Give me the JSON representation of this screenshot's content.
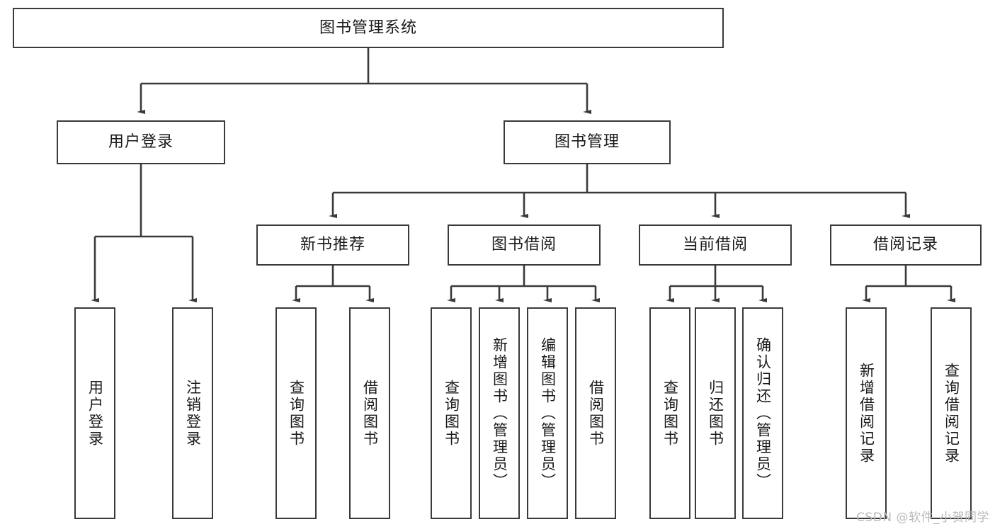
{
  "diagram": {
    "type": "tree-hierarchy-chart",
    "title": "图书管理系统",
    "watermark": "CSDN @软件_小贺同学",
    "colors": {
      "stroke": "#3a3a3a",
      "fill": "#ffffff",
      "text": "#1a1a1a",
      "watermark": "#b9b9b9"
    },
    "nodes": {
      "root": {
        "label": "图书管理系统"
      },
      "level1": [
        {
          "id": "user-login",
          "label": "用户登录"
        },
        {
          "id": "book-management",
          "label": "图书管理"
        }
      ],
      "level2": [
        {
          "id": "new-book-recommend",
          "label": "新书推荐"
        },
        {
          "id": "book-borrow",
          "label": "图书借阅"
        },
        {
          "id": "current-borrow",
          "label": "当前借阅"
        },
        {
          "id": "borrow-record",
          "label": "借阅记录"
        }
      ],
      "leaves": {
        "user_login": [
          {
            "id": "leaf-user-login",
            "label": "用户登录"
          },
          {
            "id": "leaf-logout-login",
            "label": "注销登录"
          }
        ],
        "new_book_recommend": [
          {
            "id": "leaf-query-book-1",
            "label": "查询图书"
          },
          {
            "id": "leaf-borrow-book-1",
            "label": "借阅图书"
          }
        ],
        "book_borrow": [
          {
            "id": "leaf-query-book-2",
            "label": "查询图书"
          },
          {
            "id": "leaf-add-book",
            "label": "新增图书（管理员）"
          },
          {
            "id": "leaf-edit-book",
            "label": "编辑图书（管理员）"
          },
          {
            "id": "leaf-borrow-book-2",
            "label": "借阅图书"
          }
        ],
        "current_borrow": [
          {
            "id": "leaf-query-book-3",
            "label": "查询图书"
          },
          {
            "id": "leaf-return-book",
            "label": "归还图书"
          },
          {
            "id": "leaf-confirm-return",
            "label": "确认归还（管理员）"
          }
        ],
        "borrow_record": [
          {
            "id": "leaf-add-borrow-record",
            "label": "新增借阅记录"
          },
          {
            "id": "leaf-query-borrow-record",
            "label": "查询借阅记录"
          }
        ]
      }
    }
  }
}
